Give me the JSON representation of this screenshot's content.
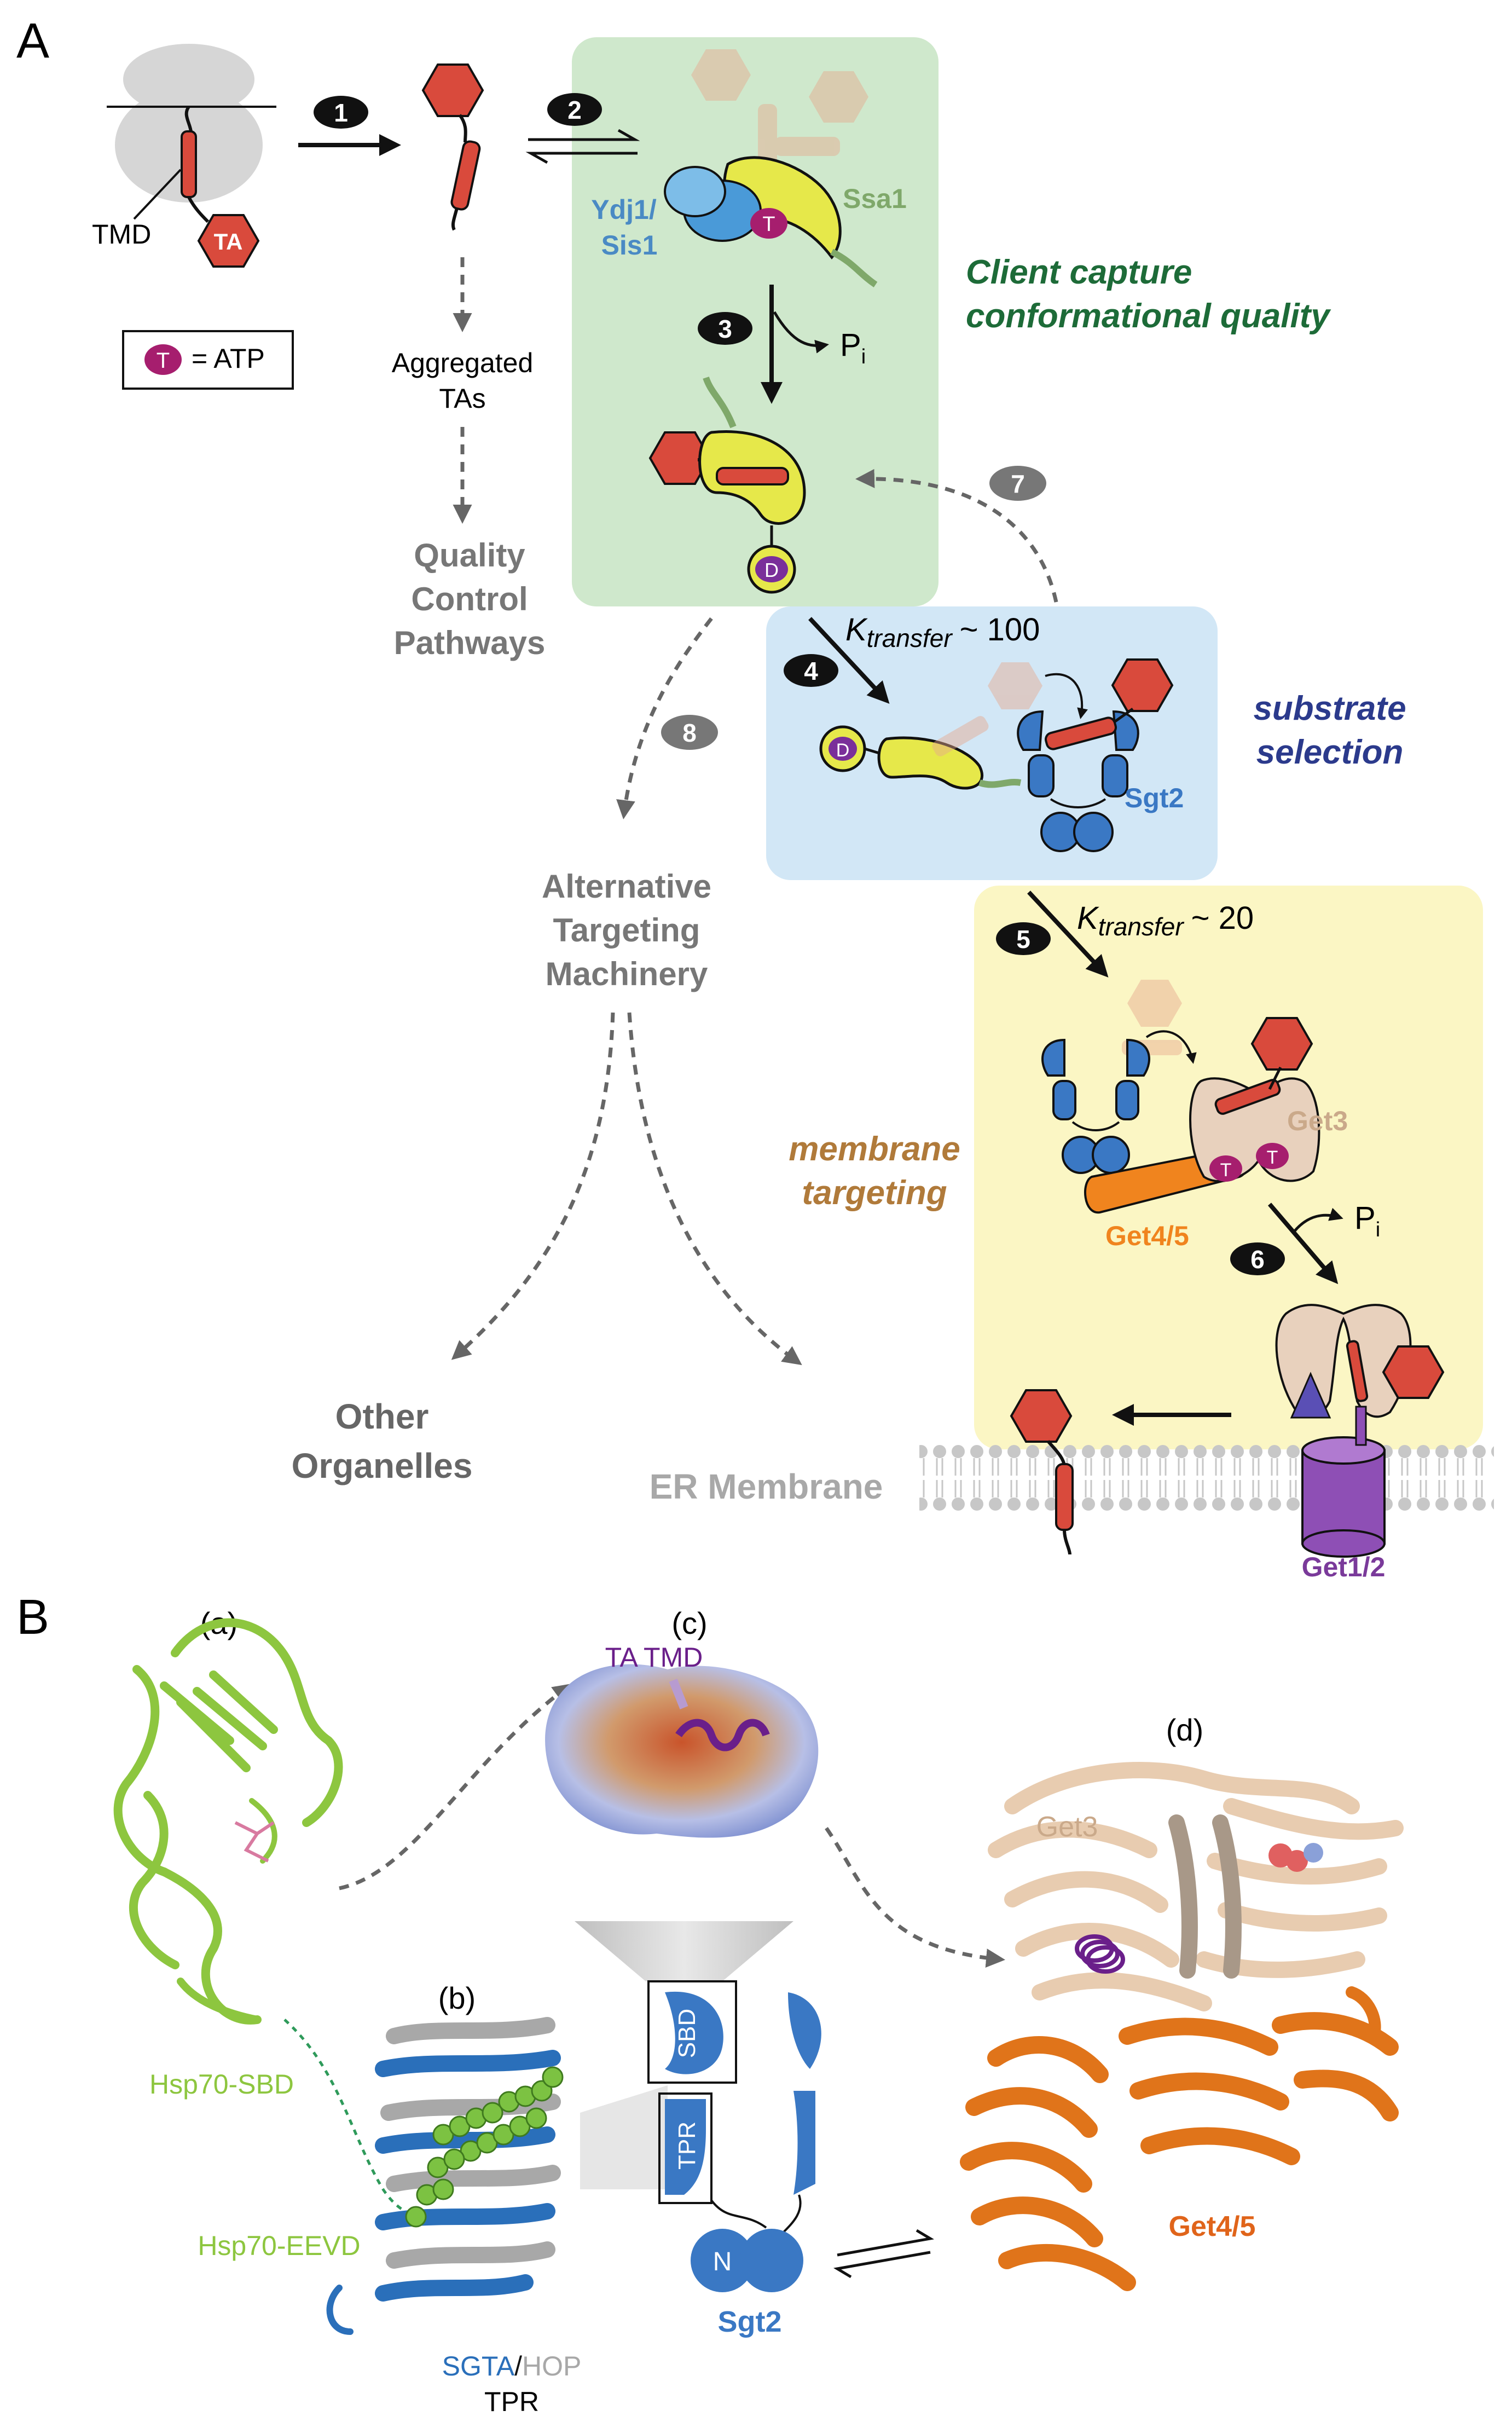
{
  "panel_a": {
    "label": "A",
    "tmd_label": "TMD",
    "ta_label": "TA",
    "legend": {
      "symbol": "T",
      "text": "= ATP"
    },
    "steps": [
      "1",
      "2",
      "3",
      "4",
      "5",
      "6",
      "7",
      "8"
    ],
    "aggregated": [
      "Aggregated",
      "TAs"
    ],
    "quality_control": [
      "Quality",
      "Control",
      "Pathways"
    ],
    "chaperones": {
      "ydj": [
        "Ydj1/",
        "Sis1"
      ],
      "ssa1": "Ssa1",
      "atp": "T",
      "adp": "D"
    },
    "phosphate": {
      "p": "P",
      "sub": "i"
    },
    "client_capture": [
      "Client capture",
      "conformational quality"
    ],
    "ktransfer_1": {
      "k": "K",
      "sub": "transfer",
      "value": "~ 100"
    },
    "ktransfer_2": {
      "k": "K",
      "sub": "transfer",
      "value": "~ 20"
    },
    "substrate_selection": [
      "substrate",
      "selection"
    ],
    "sgt2": "Sgt2",
    "get3": "Get3",
    "get45": "Get4/5",
    "membrane_targeting": [
      "membrane",
      "targeting"
    ],
    "alternative": [
      "Alternative",
      "Targeting",
      "Machinery"
    ],
    "other_organelles": [
      "Other",
      "Organelles"
    ],
    "er_membrane": "ER Membrane",
    "get12": "Get1/2"
  },
  "panel_b": {
    "label": "B",
    "sub_a": "(a)",
    "sub_b": "(b)",
    "sub_c": "(c)",
    "sub_d": "(d)",
    "ta_tmd": "TA TMD",
    "hsp70_sbd": "Hsp70-SBD",
    "hsp70_eevd": "Hsp70-EEVD",
    "sgta": "SGTA",
    "slash": "/",
    "hop": "HOP",
    "tpr": "TPR",
    "sbd_domain": "SBD",
    "tpr_domain": "TPR",
    "n_domain": "N",
    "sgt2": "Sgt2",
    "get3": "Get3",
    "get45": "Get4/5"
  },
  "colors": {
    "ta_red": "#d94a3c",
    "client_green": "#1d6b38",
    "substrate_blue": "#2b3a8c",
    "membrane_brown": "#b07a3a",
    "sgt2_blue": "#3a78c4",
    "get3_tan": "#caa98a",
    "get45_orange": "#f0841e",
    "get12_purple": "#7a3a9a",
    "hsp70_green": "#8dc63f",
    "ssa1_yellow": "#e6e84a",
    "ydj_blue": "#4a9ad8"
  }
}
